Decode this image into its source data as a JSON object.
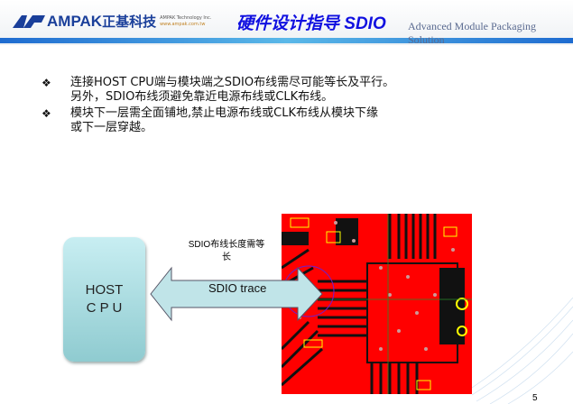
{
  "header": {
    "logo_name": "AMPAK",
    "logo_cn": "正基科技",
    "logo_sub": "AMPAK Technology Inc.",
    "logo_url": "www.ampak.com.tw",
    "title": "硬件设计指导 SDIO",
    "tagline": "Advanced Module Packaging Solution"
  },
  "bullets": [
    {
      "lines": [
        "连接HOST CPU端与模块端之SDIO布线需尽可能等长及平行。",
        "另外，SDIO布线须避免靠近电源布线或CLK布线。"
      ]
    },
    {
      "lines": [
        "模块下一层需全面铺地,禁止电源布线或CLK布线从模块下缘",
        "或下一层穿越。"
      ]
    }
  ],
  "diagram": {
    "host_line1": "HOST",
    "host_line2": "C P U",
    "note_line1": "SDIO布线长度需等",
    "note_line2": "长",
    "arrow_label": "SDIO trace"
  },
  "page_number": "5",
  "colors": {
    "title": "#1010e0",
    "pcb": "#ff0000",
    "host_box": "#a8dde2",
    "arrow": "#c0e4e8"
  }
}
